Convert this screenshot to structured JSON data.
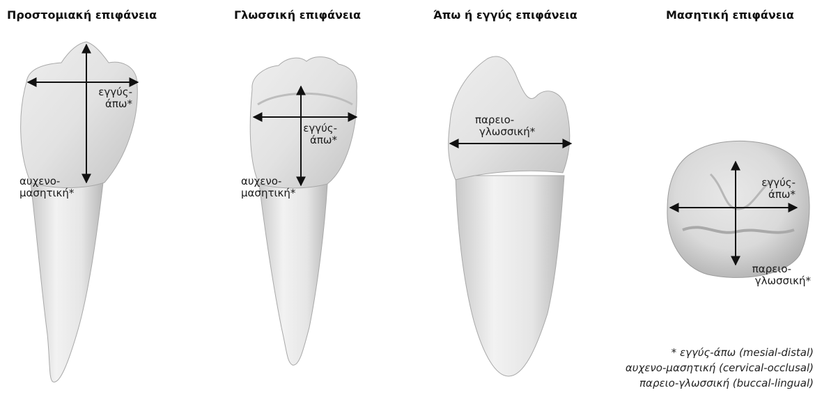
{
  "titles": {
    "facial": "Προστομιακή επιφάνεια",
    "lingual": "Γλωσσική επιφάνεια",
    "proximal": "Άπω ή εγγύς επιφάνεια",
    "occlusal": "Μασητική επιφάνεια"
  },
  "labels": {
    "facial_md_1": "εγγύς-",
    "facial_md_2": "άπω*",
    "facial_co_1": "αυχενο-",
    "facial_co_2": "μασητική*",
    "lingual_md_1": "εγγύς-",
    "lingual_md_2": "άπω*",
    "lingual_co_1": "αυχενο-",
    "lingual_co_2": "μασητική*",
    "proximal_bl_1": "παρειο-",
    "proximal_bl_2": "γλωσσική*",
    "occlusal_md_1": "εγγύς-",
    "occlusal_md_2": "άπω*",
    "occlusal_bl_1": "παρειο-",
    "occlusal_bl_2": "γλωσσική*"
  },
  "footnote": {
    "line1": "* εγγύς-άπω (mesial-distal)",
    "line2": "αυχενο-μασητική (cervical-occlusal)",
    "line3": "παρειο-γλωσσική (buccal-lingual)"
  }
}
